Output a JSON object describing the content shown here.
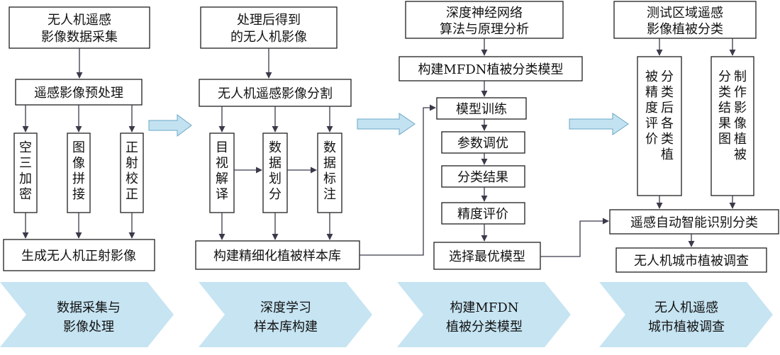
{
  "col1": {
    "top": [
      "无人机遥感",
      "影像数据采集"
    ],
    "preprocess": "遥感影像预处理",
    "branch1": "空三加密",
    "branch2": "图像拼接",
    "branch3": "正射校正",
    "output": "生成无人机正射影像"
  },
  "col2": {
    "top": [
      "处理后得到",
      "的无人机影像"
    ],
    "segment": "无人机遥感影像分割",
    "branch1": "目视解译",
    "branch2": "数据划分",
    "branch3": "数据标注",
    "output": "构建精细化植被样本库"
  },
  "col3": {
    "top": [
      "深度神经网络",
      "算法与原理分析"
    ],
    "build": "构建MFDN植被分类模型",
    "train": "模型训练",
    "tune": "参数调优",
    "result": "分类结果",
    "accuracy": "精度评价",
    "select": "选择最优模型"
  },
  "col4": {
    "top": [
      "测试区域遥感",
      "影像植被分类"
    ],
    "left_vertical": "分类后各类植被精度评价",
    "right_vertical": "制作影像植被分类结果图",
    "recognize": "遥感自动智能识别分类",
    "survey": "无人机城市植被调查"
  },
  "stages": [
    [
      "数据采集与",
      "影像处理"
    ],
    [
      "深度学习",
      "样本库构建"
    ],
    [
      "构建MFDN",
      "植被分类模型"
    ],
    [
      "无人机遥感",
      "城市植被调查"
    ]
  ]
}
